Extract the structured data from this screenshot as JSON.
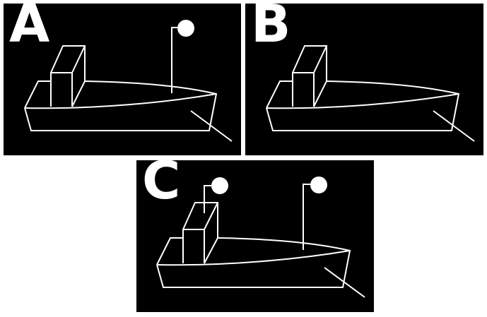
{
  "panels": {
    "a": {
      "label": "A"
    },
    "b": {
      "label": "B"
    },
    "c": {
      "label": "C"
    }
  },
  "colors": {
    "background": "#ffffff",
    "panel": "#000000",
    "stroke": "#ffffff"
  }
}
